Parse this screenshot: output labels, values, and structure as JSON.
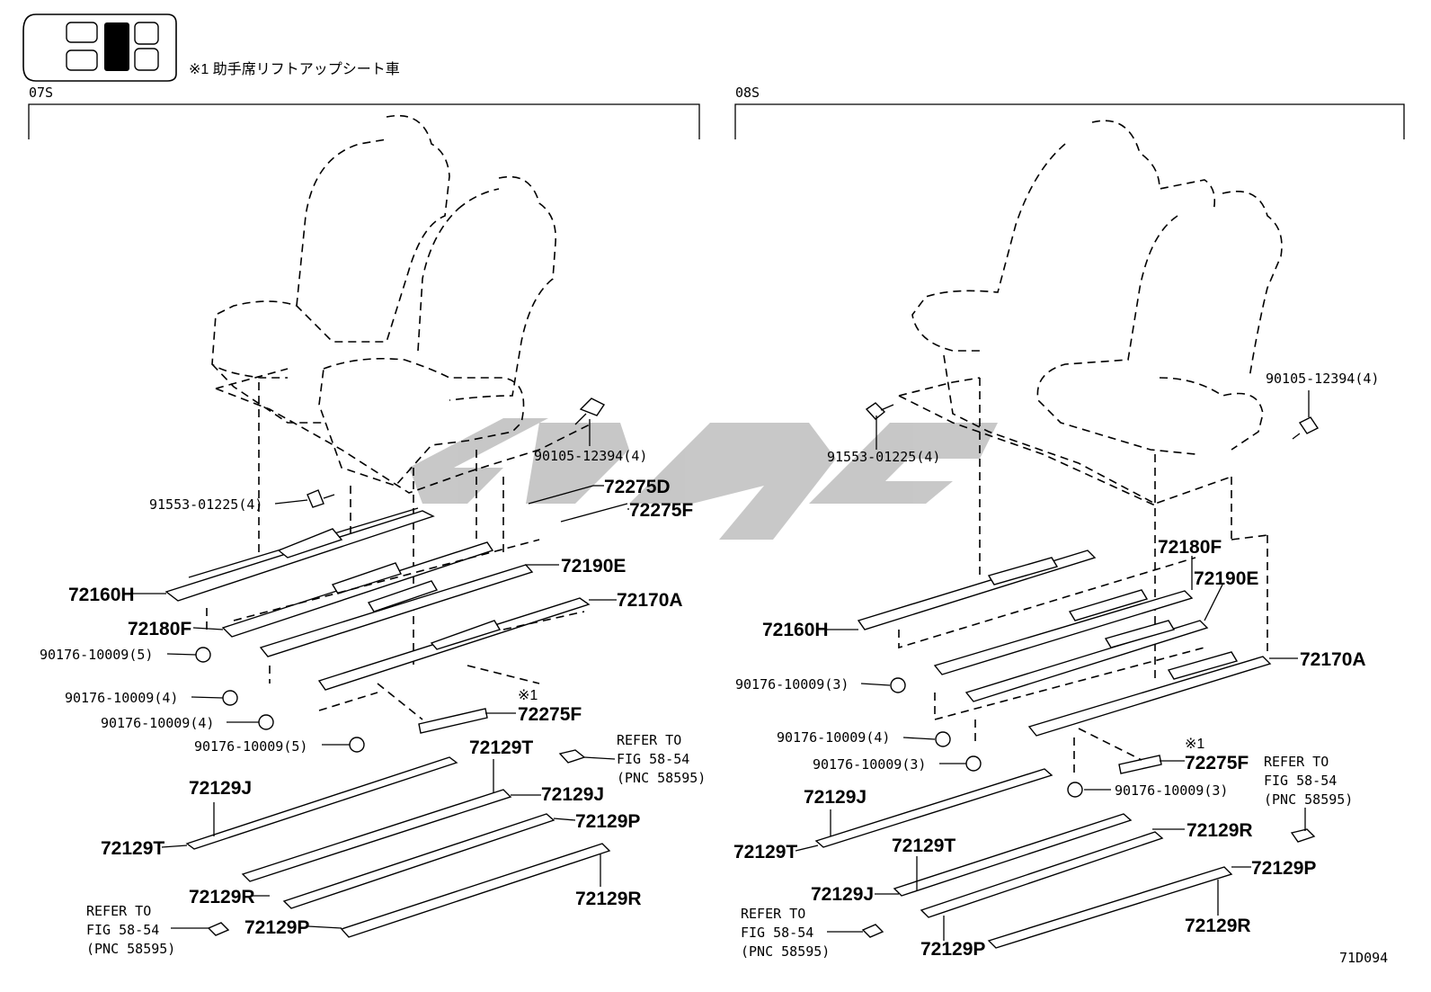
{
  "header": {
    "note": "※1 助手席リフトアップシート車"
  },
  "sections": {
    "left": {
      "label": "07S"
    },
    "right": {
      "label": "08S"
    }
  },
  "left_labels": {
    "p90105": "90105-12394(4)",
    "p91553": "91553-01225(4)",
    "p72275D": "72275D",
    "p72275F_a": "72275F",
    "p72190E": "72190E",
    "p72160H": "72160H",
    "p72170A": "72170A",
    "p72180F": "72180F",
    "p90176_5a": "90176-10009(5)",
    "p90176_4a": "90176-10009(4)",
    "p90176_4b": "90176-10009(4)",
    "p90176_5b": "90176-10009(5)",
    "mark1": "※1",
    "p72275F_b": "72275F",
    "p72129T_top": "72129T",
    "p72129J_left": "72129J",
    "p72129J_right": "72129J",
    "p72129P_right": "72129P",
    "p72129T_left": "72129T",
    "p72129R_left": "72129R",
    "p72129R_right": "72129R",
    "p72129P_bottom": "72129P",
    "refer_a1": "REFER TO",
    "refer_a2": "FIG 58-54",
    "refer_a3": "(PNC 58595)",
    "refer_b1": "REFER TO",
    "refer_b2": "FIG 58-54",
    "refer_b3": "(PNC 58595)"
  },
  "right_labels": {
    "p90105": "90105-12394(4)",
    "p91553": "91553-01225(4)",
    "p72180F": "72180F",
    "p72190E": "72190E",
    "p72160H": "72160H",
    "p72170A": "72170A",
    "p90176_3a": "90176-10009(3)",
    "p90176_4": "90176-10009(4)",
    "p90176_3b": "90176-10009(3)",
    "p90176_3c": "90176-10009(3)",
    "mark1": "※1",
    "p72275F": "72275F",
    "refer_a1": "REFER TO",
    "refer_a2": "FIG 58-54",
    "refer_a3": "(PNC 58595)",
    "p72129J_top": "72129J",
    "p72129R_top": "72129R",
    "p72129T_left": "72129T",
    "p72129T_mid": "72129T",
    "p72129J_mid": "72129J",
    "p72129P_right": "72129P",
    "p72129R_bottom": "72129R",
    "p72129P_bottom": "72129P",
    "refer_b1": "REFER TO",
    "refer_b2": "FIG 58-54",
    "refer_b3": "(PNC 58595)"
  },
  "footer": {
    "code": "71D094"
  }
}
